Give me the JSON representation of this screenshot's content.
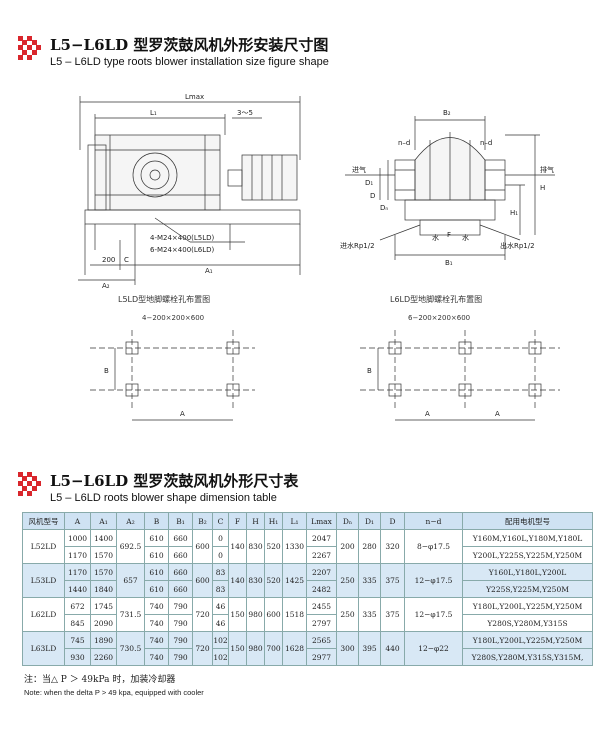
{
  "section1": {
    "title_cn": "L5−L6LD 型罗茨鼓风机外形安装尺寸图",
    "title_en": "L5 – L6LD type roots blower installation size figure shape"
  },
  "drawing": {
    "lmax": "Lmax",
    "l1": "L₁",
    "gap": "3～5",
    "bolt1": "4-M24×400(L5LD)",
    "bolt2": "6-M24×400(L6LD)",
    "dim200": "200",
    "dimC": "C",
    "dimA1": "A₁",
    "dimA2": "A₂",
    "b2": "B₂",
    "b1": "B₁",
    "nd": "n–d",
    "inlet": "进气",
    "outlet": "排气",
    "water_in": "进水Rp1/2",
    "water_out": "出水Rp1/2",
    "D1": "D₁",
    "Dn": "Dₙ",
    "D": "D",
    "H": "H",
    "H1": "H₁",
    "F": "F",
    "water": "水",
    "plan_l5": "L5LD型地脚螺栓孔布置图",
    "plan_l6": "L6LD型地脚螺栓孔布置图",
    "holes_l5": "4−200×200×600",
    "holes_l6": "6−200×200×600",
    "B": "B",
    "A": "A"
  },
  "section2": {
    "title_cn": "L5−L6LD 型罗茨鼓风机外形尺寸表",
    "title_en": "L5 – L6LD roots blower shape dimension table"
  },
  "table": {
    "headers": [
      "风机型号",
      "A",
      "A₁",
      "A₂",
      "B",
      "B₁",
      "B₂",
      "C",
      "F",
      "H",
      "H₁",
      "L₁",
      "Lmax",
      "Dₙ",
      "D₁",
      "D",
      "n−d",
      "配用电机型号"
    ],
    "rows": [
      {
        "model": "L52LD",
        "a": [
          "1000",
          "1170"
        ],
        "a1": [
          "1400",
          "1570"
        ],
        "a2": "692.5",
        "b": [
          "610",
          "610"
        ],
        "b1": [
          "660",
          "660"
        ],
        "b2": "600",
        "c": [
          "0",
          "0"
        ],
        "f": "140",
        "h": "830",
        "h1": "520",
        "l1": "1330",
        "lmax": [
          "2047",
          "2267"
        ],
        "dn": "200",
        "d1": "280",
        "d": "320",
        "nd": "8−φ17.5",
        "motor": [
          "Y160M,Y160L,Y180M,Y180L",
          "Y200L,Y225S,Y225M,Y250M"
        ]
      },
      {
        "model": "L53LD",
        "a": [
          "1170",
          "1440"
        ],
        "a1": [
          "1570",
          "1840"
        ],
        "a2": "657",
        "b": [
          "610",
          "610"
        ],
        "b1": [
          "660",
          "660"
        ],
        "b2": "600",
        "c": [
          "83",
          "83"
        ],
        "f": "140",
        "h": "830",
        "h1": "520",
        "l1": "1425",
        "lmax": [
          "2207",
          "2482"
        ],
        "dn": "250",
        "d1": "335",
        "d": "375",
        "nd": "12−φ17.5",
        "motor": [
          "Y160L,Y180L,Y200L",
          "Y225S,Y225M,Y250M"
        ]
      },
      {
        "model": "L62LD",
        "a": [
          "672",
          "845"
        ],
        "a1": [
          "1745",
          "2090"
        ],
        "a2": "731.5",
        "b": [
          "740",
          "740"
        ],
        "b1": [
          "790",
          "790"
        ],
        "b2": "720",
        "c": [
          "46",
          "46"
        ],
        "f": "150",
        "h": "980",
        "h1": "600",
        "l1": "1518",
        "lmax": [
          "2455",
          "2797"
        ],
        "dn": "250",
        "d1": "335",
        "d": "375",
        "nd": "12−φ17.5",
        "motor": [
          "Y180L,Y200L,Y225M,Y250M",
          "Y280S,Y280M,Y315S"
        ]
      },
      {
        "model": "L63LD",
        "a": [
          "745",
          "930"
        ],
        "a1": [
          "1890",
          "2260"
        ],
        "a2": "730.5",
        "b": [
          "740",
          "740"
        ],
        "b1": [
          "790",
          "790"
        ],
        "b2": "720",
        "c": [
          "102",
          "102"
        ],
        "f": "150",
        "h": "980",
        "h1": "700",
        "l1": "1628",
        "lmax": [
          "2565",
          "2977"
        ],
        "dn": "300",
        "d1": "395",
        "d": "440",
        "nd": "12−φ22",
        "motor": [
          "Y180L,Y200L,Y225M,Y250M",
          "Y280S,Y280M,Y315S,Y315M,"
        ]
      }
    ]
  },
  "note": {
    "cn": "注：当△ P ＞ 49kPa 时，加装冷却器",
    "en": "Note: when the delta P > 49 kpa, equipped with cooler"
  },
  "colors": {
    "logo": "#d9262c",
    "table_header": "#cfe2f3",
    "table_blue": "#d8e8f5"
  }
}
